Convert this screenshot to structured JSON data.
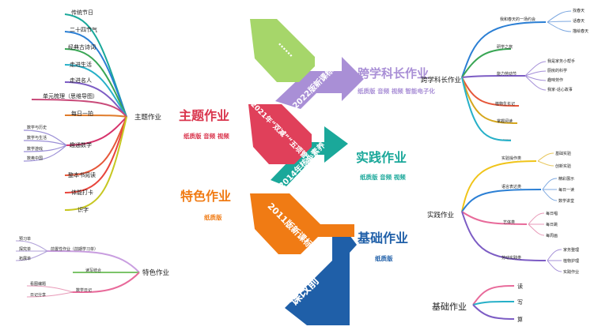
{
  "bands": {
    "b1": "课改前",
    "b2": "2011版新课标",
    "b3": "2014年核心素养",
    "b4": "2021年“双减”“五项管理”",
    "b5": "2022版新课标",
    "b6": "……"
  },
  "headings": {
    "theme": {
      "title": "主题作业",
      "sub": "纸质版 音频 视频"
    },
    "special": {
      "title": "特色作业",
      "sub": "纸质版"
    },
    "cross": {
      "title": "跨学科长作业",
      "sub": "纸质版 音频 视频 智能电子化"
    },
    "practice": {
      "title": "实践作业",
      "sub": "纸质版 音频 视频"
    },
    "basic": {
      "title": "基础作业",
      "sub": "纸质版"
    }
  },
  "maps": {
    "theme": {
      "root": "主题作业",
      "items": [
        "传统节日",
        "二十四节气",
        "经典古诗词",
        "走进生活",
        "走进名人",
        "单元梳理（思维导图）",
        "每日一拍",
        "趣通数学",
        "整本书阅读",
        "体能打卡",
        "识字"
      ],
      "sub": [
        "数学与历史",
        "数学与生活",
        "数学游戏",
        "数奥中国"
      ]
    },
    "special": {
      "root": "特色作业",
      "items": [
        "前置性作业（前期学习单）",
        "读写结合",
        "数学日记"
      ],
      "sub1": [
        "预习单",
        "探究单",
        "拓展单"
      ],
      "sub2": [
        "看图编题",
        "日记分享"
      ]
    },
    "cross": {
      "root": "跨学科长作业",
      "items": [
        "我和春天的一场约会",
        "研学之旅",
        "能力劳动节",
        "植物生长记",
        "掌握阅读",
        "……"
      ],
      "sub1": [
        "找春天",
        "话春天",
        "描绘春天"
      ],
      "sub2": [
        "我是家务小帮手",
        "厨房的科学",
        "趣味劳作",
        "我家-话心故事"
      ]
    },
    "practice": {
      "root": "实践作业",
      "items": [
        "实验操作类",
        "语言表达类",
        "艺体类",
        "劳动实践类"
      ],
      "sub1": [
        "基础实验",
        "创新实验"
      ],
      "sub2": [
        "精彩展示",
        "每日一读",
        "数学讲堂"
      ],
      "sub3": [
        "每日唱",
        "每日跳",
        "每周画"
      ],
      "sub4": [
        "家务整理",
        "植物护理",
        "实践作业"
      ]
    },
    "basic": {
      "root": "基础作业",
      "items": [
        "读",
        "写",
        "算"
      ]
    }
  },
  "colors": {
    "b1": "#1f5fa8",
    "b2": "#f07b14",
    "b3": "#1aa89a",
    "b4": "#e0405a",
    "b5": "#a98fd6",
    "b6": "#a6d66a"
  }
}
